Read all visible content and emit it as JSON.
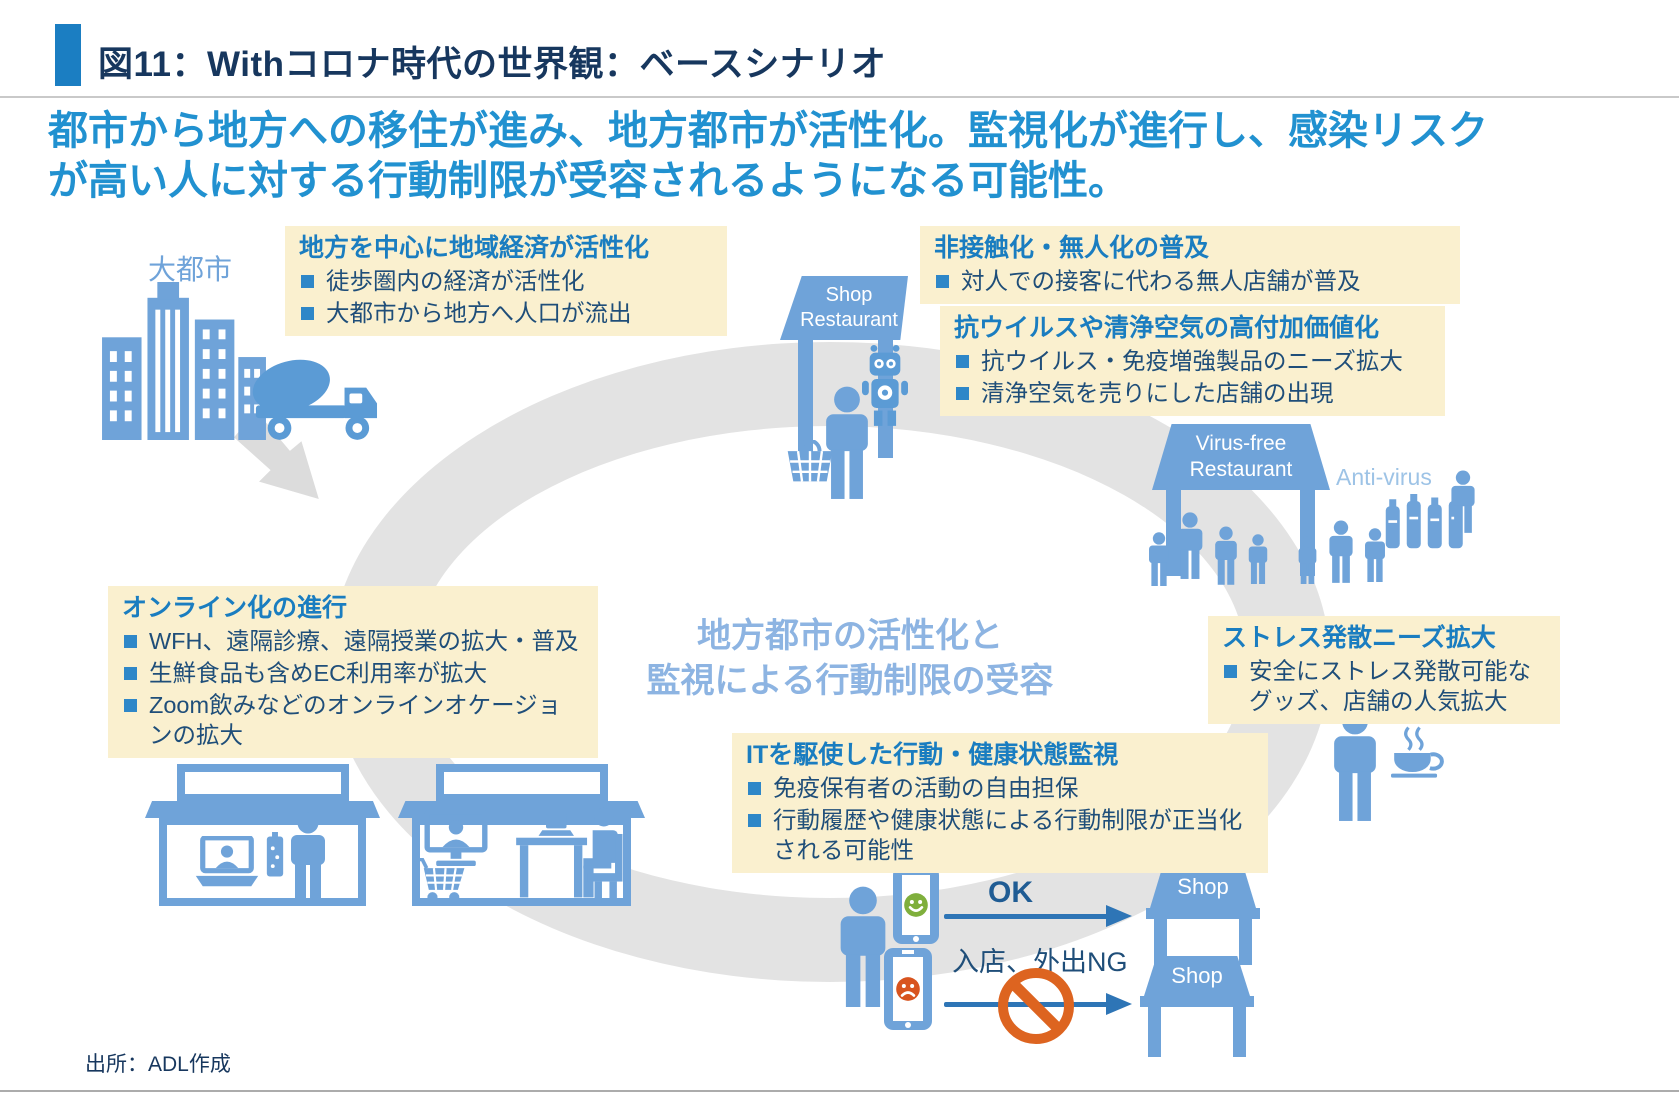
{
  "header": {
    "title": "図11：Withコロナ時代の世界観：ベースシナリオ"
  },
  "lead": {
    "line1": "都市から地方への移住が進み、地方都市が活性化。監視化が進行し、感染リスク",
    "line2": "が高い人に対する行動制限が受容されるようになる可能性。"
  },
  "center": {
    "line1": "地方都市の活性化と",
    "line2": "監視による行動制限の受容"
  },
  "labels": {
    "big_city": "大都市",
    "shop_stand_line1": "Shop",
    "shop_stand_line2": "Restaurant",
    "virus_free_line1": "Virus-free",
    "virus_free_line2": "Restaurant",
    "anti_virus": "Anti-virus",
    "ok": "OK",
    "ng": "入店、外出NG",
    "shop_ok": "Shop",
    "shop_ng": "Shop"
  },
  "boxes": {
    "local_economy": {
      "title": "地方を中心に地域経済が活性化",
      "bullets": [
        "徒歩圏内の経済が活性化",
        "大都市から地方へ人口が流出"
      ]
    },
    "contactless": {
      "title": "非接触化・無人化の普及",
      "bullets": [
        "対人での接客に代わる無人店舗が普及"
      ]
    },
    "clean_air": {
      "title": "抗ウイルスや清浄空気の高付加価値化",
      "bullets": [
        "抗ウイルス・免疫増強製品のニーズ拡大",
        "清浄空気を売りにした店舗の出現"
      ]
    },
    "online": {
      "title": "オンライン化の進行",
      "bullets": [
        "WFH、遠隔診療、遠隔授業の拡大・普及",
        "生鮮食品も含めEC利用率が拡大",
        "Zoom飲みなどのオンラインオケージョンの拡大"
      ]
    },
    "stress": {
      "title": "ストレス発散ニーズ拡大",
      "bullets": [
        "安全にストレス発散可能なグッズ、店舗の人気拡大"
      ]
    },
    "it_monitoring": {
      "title": "ITを駆使した行動・健康状態監視",
      "bullets": [
        "免疫保有者の活動の自由担保",
        "行動履歴や健康状態による行動制限が正当化される可能性"
      ]
    }
  },
  "footer": {
    "source": "出所：ADL作成"
  },
  "colors": {
    "title_navy": "#17375E",
    "lead_blue": "#2191D0",
    "box_bg": "#FAF0CF",
    "box_title_blue": "#1A7DC0",
    "body_text": "#1F4E79",
    "icon_blue": "#6FA3D9",
    "center_blue": "#8DB4E2",
    "ring_gray": "#E3E3E3",
    "ok_green": "#7FAF3C",
    "ng_orange": "#D8541F",
    "prohibition_orange": "#DD6420",
    "arrow_blue": "#2E75B6",
    "anti_virus_label_blue": "#9DC3E6"
  }
}
